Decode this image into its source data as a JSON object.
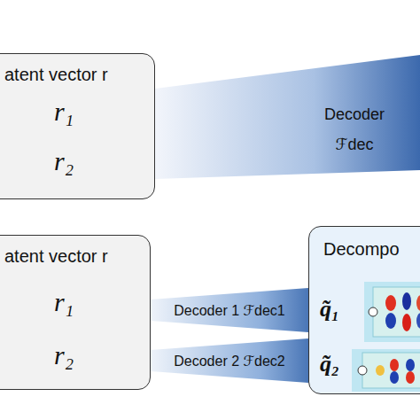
{
  "diagram": {
    "nodes": [
      {
        "text": [
          "atent vector r",
          "r₁",
          "r₂"
        ]
      },
      {
        "text": [
          "atent vector r",
          "r₁",
          "r₂"
        ]
      },
      {
        "text": [
          "Decompo",
          "q̃₁",
          "q̃₂"
        ]
      }
    ],
    "edges": [
      {
        "from": 1,
        "to": 2,
        "arrow": "none",
        "label": "Decoder 1 ℱdec1"
      },
      {
        "from": 1,
        "to": 2,
        "arrow": "none",
        "label": "Decoder 2 ℱdec2"
      }
    ],
    "labels": [
      "Decoder ℱdec"
    ]
  }
}
